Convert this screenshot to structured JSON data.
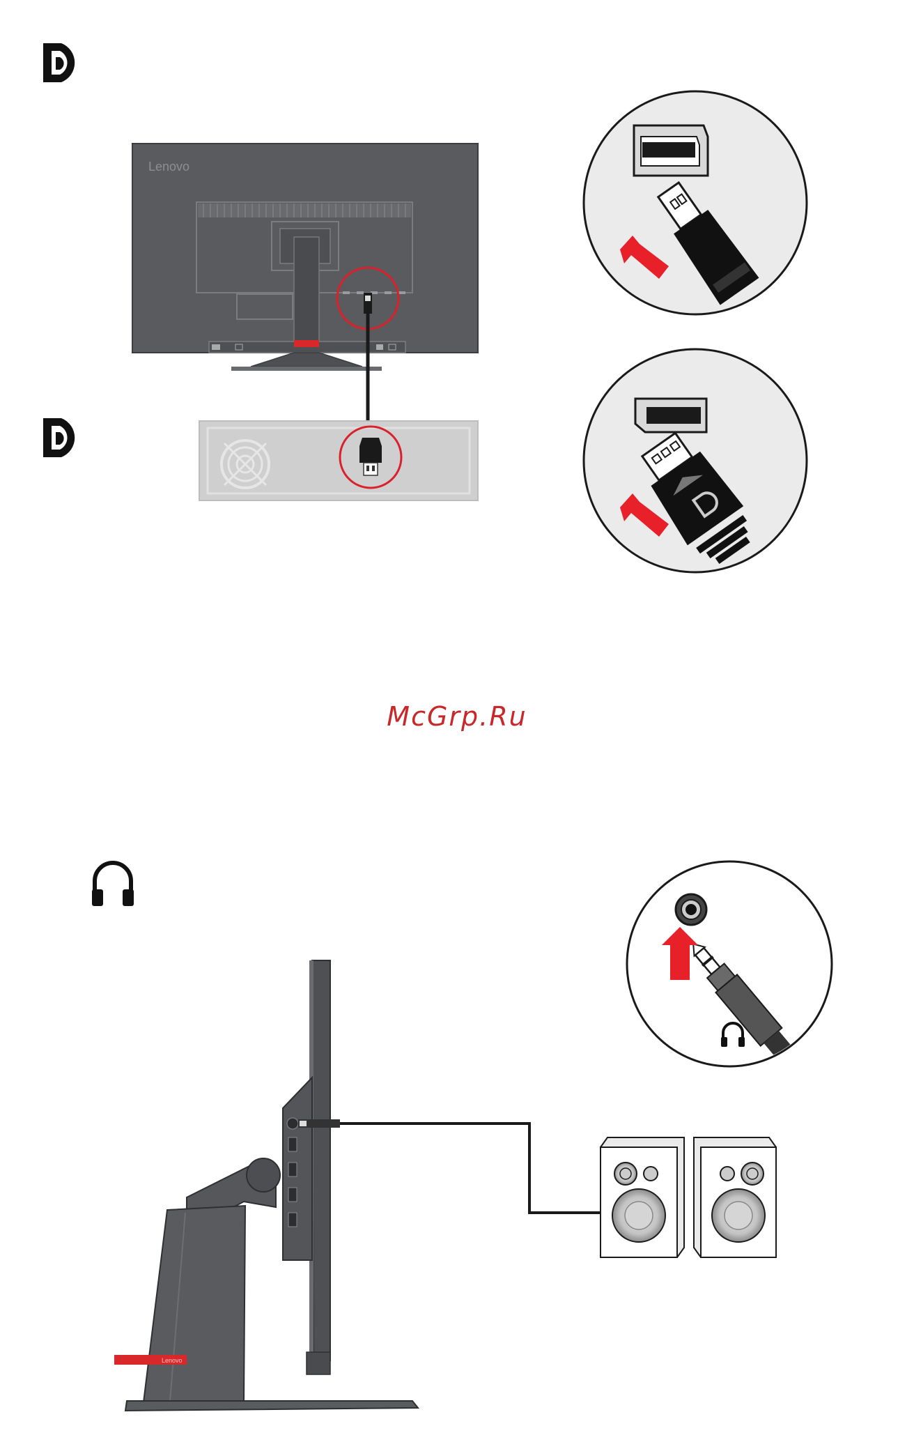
{
  "brand": {
    "monitor_logo": "Lenovo",
    "stand_logo": "Lenovo"
  },
  "watermark": "McGrp.Ru",
  "icons": [
    "displayport-icon",
    "displayport-icon",
    "headphones-icon",
    "headphones-icon",
    "arrow-icon"
  ],
  "colors": {
    "monitor_body": "#5a5b5e",
    "monitor_dark": "#4a4b4e",
    "stand_accent": "#d8282a",
    "highlight_ring": "#d9212b",
    "arrow": "#e8202a",
    "pc_panel": "#cfcfcf",
    "inset_bg": "#ebebeb",
    "cable": "#1a1a1a"
  }
}
